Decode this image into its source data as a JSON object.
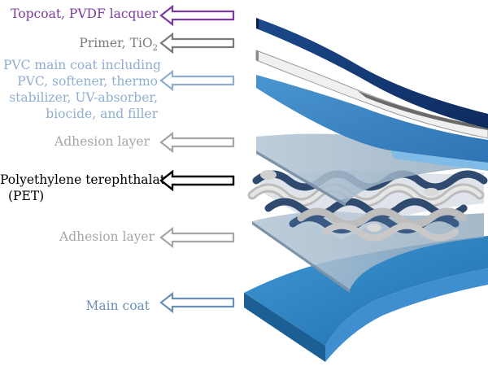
{
  "diagram": {
    "layers": [
      {
        "id": "topcoat",
        "label": "Topcoat, PVDF lacquer",
        "color": "#7b3aa0"
      },
      {
        "id": "primer",
        "label_main": "Primer, TiO",
        "label_sub": "2",
        "color": "#7a7a7a"
      },
      {
        "id": "pvc",
        "lines": [
          "PVC main coat including",
          "PVC, softener, thermo",
          "stabilizer, UV-absorber,",
          "biocide, and filler"
        ],
        "color": "#8faed0"
      },
      {
        "id": "adhesion1",
        "label": "Adhesion layer",
        "color": "#a6a6a6"
      },
      {
        "id": "pet",
        "lines": [
          "Polyethylene terephthalate",
          "(PET)"
        ],
        "color": "#000000"
      },
      {
        "id": "adhesion2",
        "label": "Adhesion layer",
        "color": "#a6a6a6"
      },
      {
        "id": "maincoat",
        "label": "Main coat",
        "color": "#6b8fb6"
      }
    ],
    "colors": {
      "main_coat_fill": "#2f86c6",
      "pvc_fill": "#3a86c8",
      "topcoat_fill": "#123a7a",
      "primer_fill": "#f0f0f0",
      "adhesion_fill": "#9fb4c8",
      "fiber_dark": "#2f4a6e",
      "fiber_light": "#d9d9d9"
    }
  }
}
